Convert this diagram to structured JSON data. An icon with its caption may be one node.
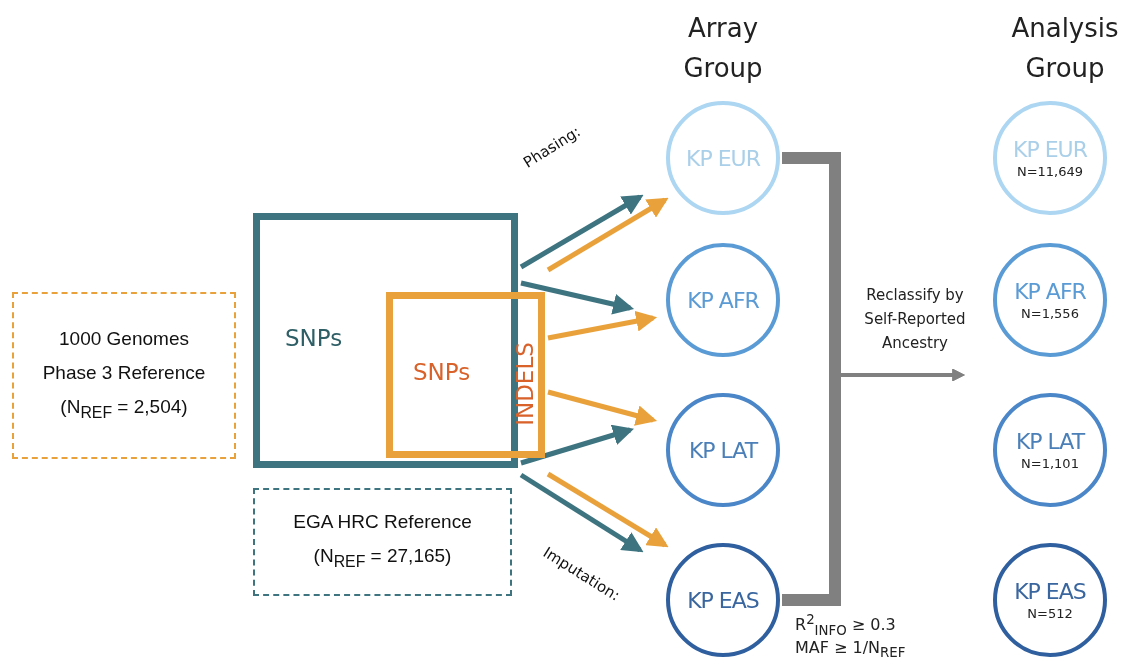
{
  "diagram": {
    "nodes": [
      {
        "text": [
          "1000 Genomes Phase 3 Reference (N$_{REF}$ = 2,504)"
        ]
      },
      {
        "text": [
          "EGA HRC Reference (N$_{REF}$ = 27,165)"
        ]
      },
      {
        "text": [
          "SNPs"
        ]
      },
      {
        "text": [
          "SNPs",
          "INDELS"
        ]
      },
      {
        "text": [
          "KP EUR"
        ]
      },
      {
        "text": [
          "KP AFR"
        ]
      },
      {
        "text": [
          "KP LAT"
        ]
      },
      {
        "text": [
          "KP EAS"
        ]
      },
      {
        "text": [
          "KP EUR",
          "N=11,649"
        ]
      },
      {
        "text": [
          "KP AFR",
          "N=1,556"
        ]
      },
      {
        "text": [
          "KP LAT",
          "N=1,101"
        ]
      },
      {
        "text": [
          "KP EAS",
          "N=512"
        ]
      }
    ],
    "edges": [
      {
        "from": 2,
        "to": 4,
        "arrow": "to"
      },
      {
        "from": 3,
        "to": 4,
        "arrow": "to",
        "color": "#e9a23b"
      },
      {
        "from": 2,
        "to": 5,
        "arrow": "to"
      },
      {
        "from": 3,
        "to": 5,
        "arrow": "to",
        "color": "#e9a23b"
      },
      {
        "from": 2,
        "to": 6,
        "arrow": "to"
      },
      {
        "from": 3,
        "to": 6,
        "arrow": "to",
        "color": "#e9a23b"
      },
      {
        "from": 2,
        "to": 7,
        "arrow": "to"
      },
      {
        "from": 3,
        "to": 7,
        "arrow": "to",
        "color": "#e9a23b"
      },
      {
        "from": 4,
        "to": null,
        "arrow": "to",
        "style": "thick",
        "color": "#808080",
        "label": "Reclassify by Self-Reported Ancestry"
      },
      {
        "from": 7,
        "to": null,
        "arrow": "to",
        "style": "thick",
        "color": "#808080"
      }
    ],
    "labels": [
      "Array Group",
      "Analysis Group",
      "Phasing:",
      "Imputation:",
      "R$^{2}$$_{INFO}$ ≥ 0.3",
      "MAF ≥ 1/N$_{REF}$"
    ]
  }
}
